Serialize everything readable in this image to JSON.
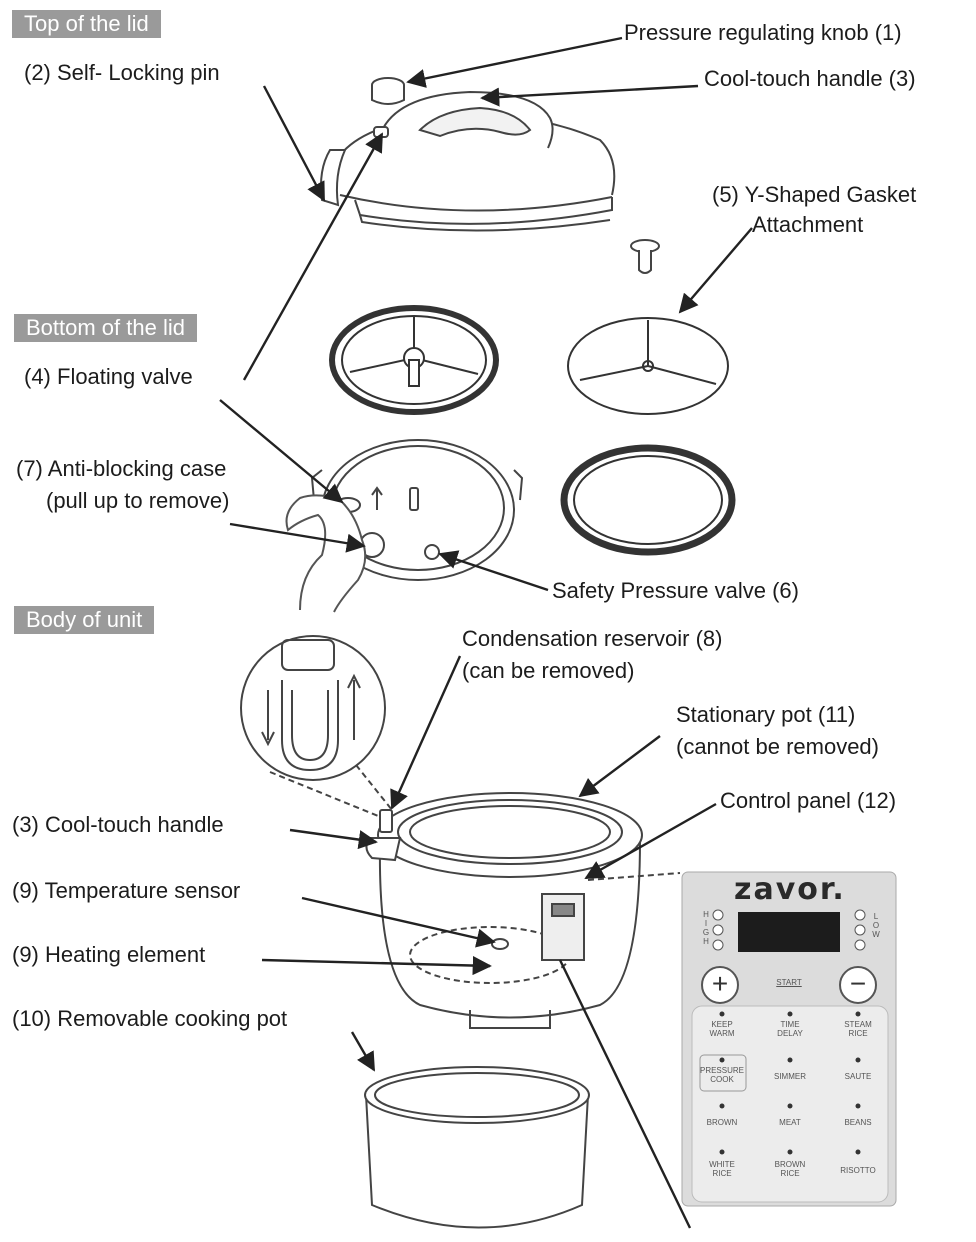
{
  "sections": {
    "top": "Top of the lid",
    "bottom": "Bottom of the lid",
    "body": "Body of unit"
  },
  "labels": {
    "knob": "Pressure regulating knob (1)",
    "pin": "(2) Self- Locking pin",
    "handle_top": "Cool-touch handle (3)",
    "gasket_line1": "(5) Y-Shaped Gasket",
    "gasket_line2": "Attachment",
    "floating_valve": "(4) Floating valve",
    "anti_blocking_line1": "(7) Anti-blocking case",
    "anti_blocking_line2": "(pull up to remove)",
    "safety_valve": "Safety Pressure valve (6)",
    "condensation_line1": "Condensation reservoir (8)",
    "condensation_line2": "(can be removed)",
    "stationary_line1": "Stationary pot (11)",
    "stationary_line2": "(cannot be removed)",
    "control_panel": "Control panel (12)",
    "handle_body": "(3) Cool-touch handle",
    "temp_sensor": "(9) Temperature sensor",
    "heating": "(9) Heating element",
    "removable_pot": "(10) Removable cooking pot"
  },
  "control_panel": {
    "brand": "zavor.",
    "high": "HIGH",
    "low": "LOW",
    "plus_icon": "+",
    "minus_icon": "−",
    "start": "START",
    "buttons": [
      "KEEP\nWARM",
      "TIME\nDELAY",
      "STEAM\nRICE",
      "PRESSURE\nCOOK",
      "SIMMER",
      "SAUTE",
      "BROWN",
      "MEAT",
      "BEANS",
      "WHITE\nRICE",
      "BROWN\nRICE",
      "RISOTTO"
    ]
  },
  "colors": {
    "ink": "#1c1c1c",
    "section_bg": "#9a9a9a",
    "panel_bg": "#dcdcdc",
    "line": "#333333"
  }
}
